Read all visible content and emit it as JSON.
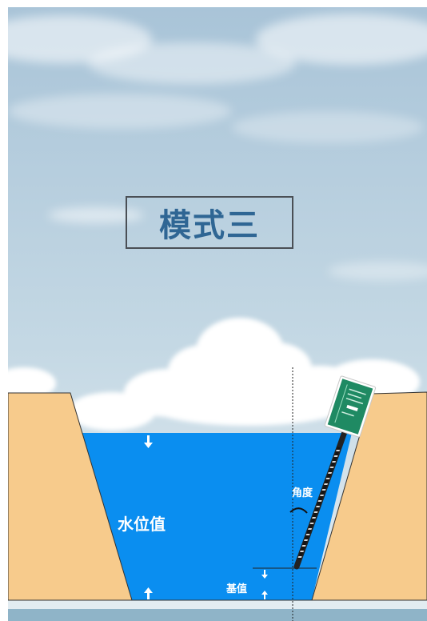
{
  "title": "模式三",
  "labels": {
    "water_level": "水位值",
    "base_value": "基值",
    "angle": "角度"
  },
  "colors": {
    "sky_top": "#a9c4d8",
    "sky_bottom": "#dfe9ef",
    "water": "#0a8ef0",
    "soil": "#f7cb8c",
    "title_text": "#2f6694",
    "device_green": "#1f8a63"
  },
  "icons": [
    "arrow-down-icon",
    "arrow-up-icon",
    "angle-arc-icon",
    "sensor-device-icon"
  ]
}
